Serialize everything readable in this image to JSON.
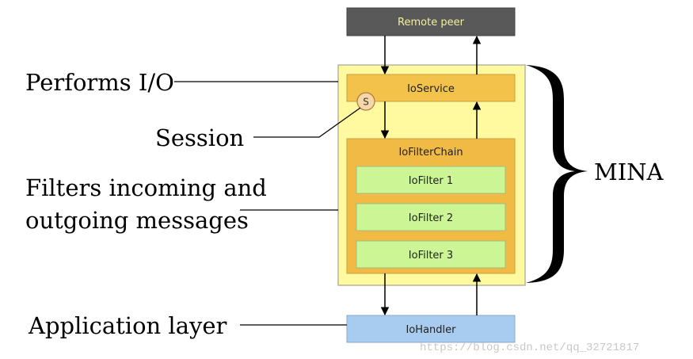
{
  "diagram": {
    "remote_peer": "Remote peer",
    "io_service": "IoService",
    "session_marker": "S",
    "io_filter_chain": "IoFilterChain",
    "filters": [
      "IoFilter 1",
      "IoFilter 2",
      "IoFilter 3"
    ],
    "io_handler": "IoHandler",
    "label_performs_io": "Performs I/O",
    "label_session": "Session",
    "label_filters_line1": "Filters incoming and",
    "label_filters_line2": "outgoing messages",
    "label_application_layer": "Application layer",
    "label_mina": "MINA",
    "watermark": "https://blog.csdn.net/qq_32721817",
    "colors": {
      "remote_peer_fill": "#595959",
      "remote_peer_text": "#f4f0a0",
      "mina_fill": "#fffaa0",
      "io_service_fill": "#f2c24a",
      "filter_chain_fill": "#f0ba45",
      "filter_fill": "#ccf595",
      "handler_fill": "#a8cbf0"
    }
  }
}
